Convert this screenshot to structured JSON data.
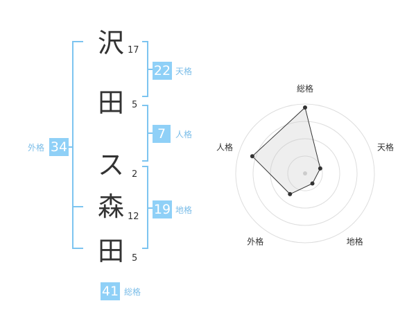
{
  "name": {
    "characters": [
      {
        "char": "沢",
        "strokes": "17"
      },
      {
        "char": "田",
        "strokes": "5"
      },
      {
        "char": "ス",
        "strokes": "2"
      },
      {
        "char": "森",
        "strokes": "12"
      },
      {
        "char": "田",
        "strokes": "5"
      }
    ]
  },
  "fortune": {
    "tenkaku": {
      "value": "22",
      "label": "天格"
    },
    "jinkaku": {
      "value": "7",
      "label": "人格"
    },
    "chikaku": {
      "value": "19",
      "label": "地格"
    },
    "gaikaku": {
      "value": "34",
      "label": "外格"
    },
    "soukaku": {
      "value": "41",
      "label": "総格"
    }
  },
  "colors": {
    "accent": "#8fd0f7",
    "accent_text": "#7bbde8",
    "bracket": "#7cc4f0",
    "text": "#333333"
  },
  "chart_data": {
    "type": "radar",
    "axes": [
      "総格",
      "天格",
      "地格",
      "外格",
      "人格"
    ],
    "values": [
      0.95,
      0.23,
      0.18,
      0.37,
      0.8
    ],
    "rings": 4,
    "range": [
      0,
      1
    ]
  }
}
